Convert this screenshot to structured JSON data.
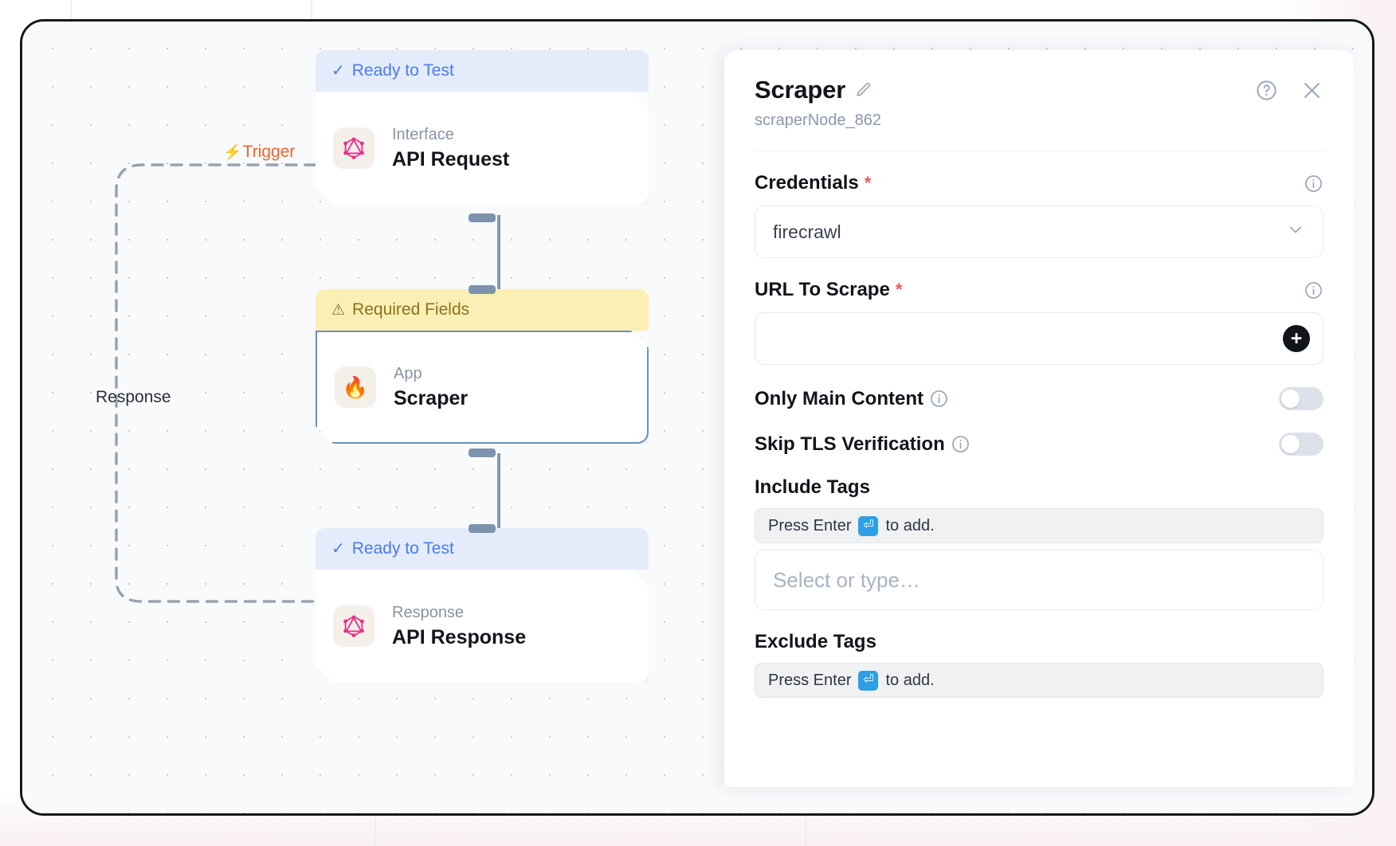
{
  "canvas": {
    "trigger_label": "Trigger",
    "response_label": "Response",
    "bolt_icon": "bolt-icon",
    "nodes": [
      {
        "status": "Ready to Test",
        "status_type": "ready",
        "kind": "Interface",
        "title": "API Request",
        "icon": "graphql-icon"
      },
      {
        "status": "Required Fields",
        "status_type": "required",
        "kind": "App",
        "title": "Scraper",
        "icon": "flame-icon",
        "icon_glyph": "🔥"
      },
      {
        "status": "Ready to Test",
        "status_type": "ready",
        "kind": "Response",
        "title": "API Response",
        "icon": "graphql-icon"
      }
    ]
  },
  "panel": {
    "title": "Scraper",
    "subtitle": "scraperNode_862",
    "edit_icon": "pencil-icon",
    "help_icon": "help-circle-icon",
    "close_icon": "close-icon",
    "credentials": {
      "label": "Credentials",
      "required_mark": "*",
      "value": "firecrawl",
      "info_icon": "info-icon",
      "chevron_icon": "chevron-down-icon"
    },
    "url_to_scrape": {
      "label": "URL To Scrape",
      "required_mark": "*",
      "value": "",
      "info_icon": "info-icon",
      "add_icon": "plus-icon",
      "add_label": "+"
    },
    "only_main_content": {
      "label": "Only Main Content",
      "info_icon": "info-icon",
      "enabled": false
    },
    "skip_tls_verification": {
      "label": "Skip TLS Verification",
      "info_icon": "info-icon",
      "enabled": false
    },
    "include_tags": {
      "label": "Include Tags",
      "hint_prefix": "Press Enter",
      "hint_suffix": "to add.",
      "enter_key_icon": "enter-key-icon",
      "enter_key_glyph": "⏎",
      "placeholder": "Select or type…"
    },
    "exclude_tags": {
      "label": "Exclude Tags",
      "hint_prefix": "Press Enter",
      "hint_suffix": "to add.",
      "enter_key_icon": "enter-key-icon",
      "enter_key_glyph": "⏎"
    }
  },
  "colors": {
    "ready_bg": "#e4ecfb",
    "ready_text": "#4a7bf0",
    "required_bg": "#fcefb4",
    "required_text": "#8a7320",
    "trigger": "#f8622a",
    "accent_blue": "#2f9fe5",
    "required_star": "#f2565a",
    "handle": "#7d93ad"
  }
}
